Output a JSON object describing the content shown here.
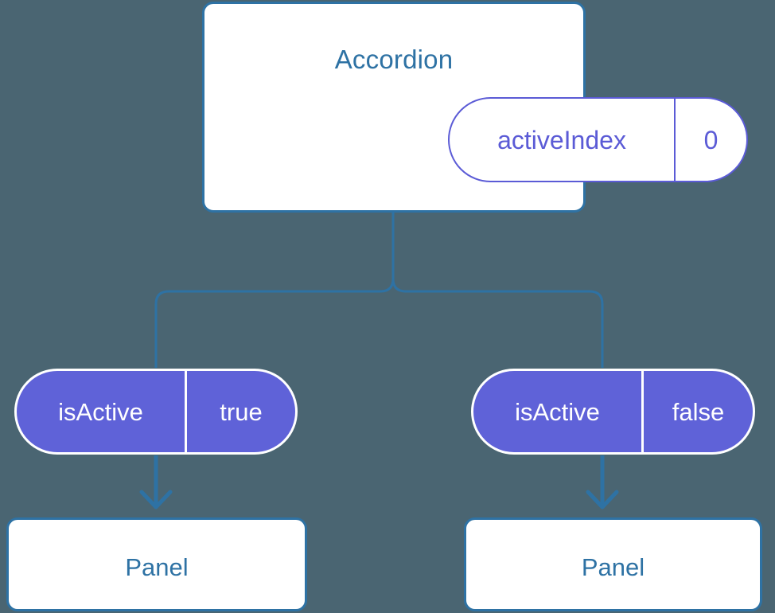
{
  "diagram": {
    "type": "component-tree",
    "background_color": "#4a6572",
    "accent_blue": "#2e72a4",
    "accent_indigo": "#5b5bd6",
    "pill_fill": "#5f62d8",
    "card_fill": "#ffffff"
  },
  "parent": {
    "title": "Accordion",
    "state": {
      "key": "activeIndex",
      "value": "0"
    }
  },
  "children": [
    {
      "state": {
        "key": "isActive",
        "value": "true"
      },
      "panel": {
        "title": "Panel"
      }
    },
    {
      "state": {
        "key": "isActive",
        "value": "false"
      },
      "panel": {
        "title": "Panel"
      }
    }
  ],
  "connectors": {
    "parent_to_children": "branch",
    "state_to_panel": "down-arrow"
  }
}
